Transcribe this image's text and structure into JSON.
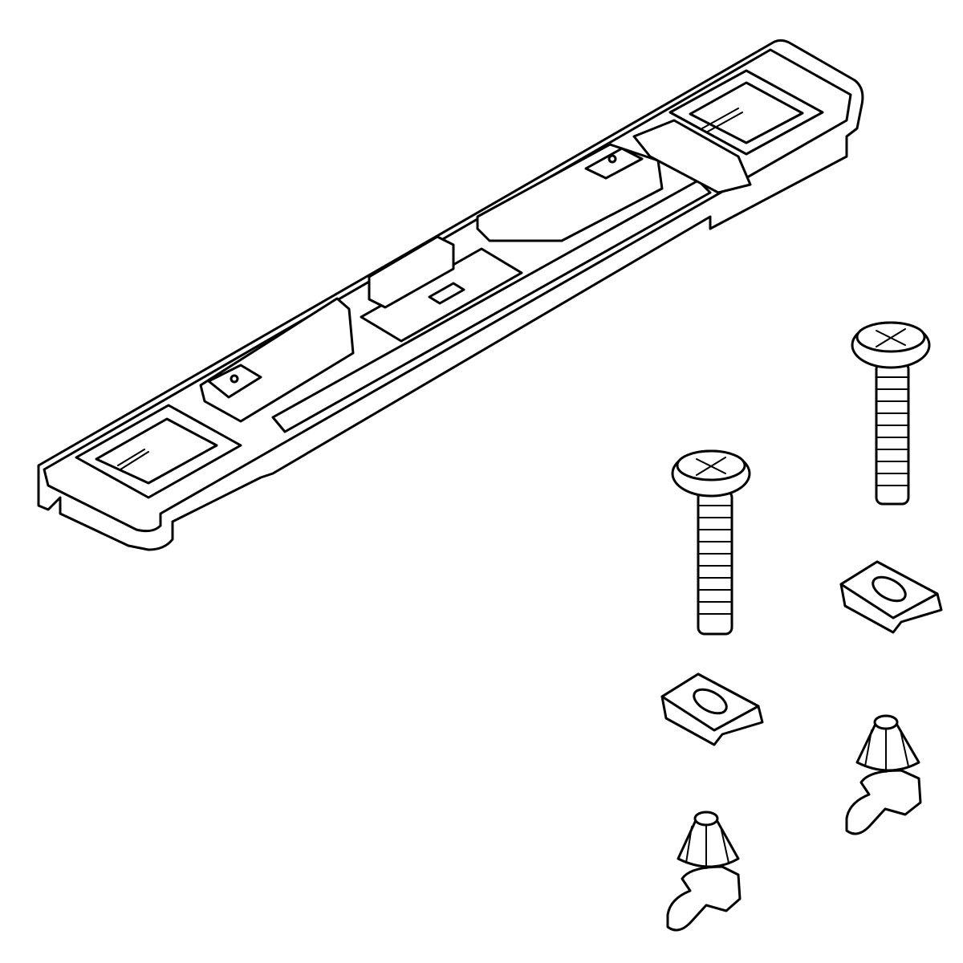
{
  "colors": {
    "stroke": "#000000",
    "background": "#ffffff"
  },
  "parts": [
    {
      "id": "bracket",
      "count": 1
    },
    {
      "id": "screw",
      "count": 2
    },
    {
      "id": "clip-nut",
      "count": 2
    },
    {
      "id": "anchor",
      "count": 2
    }
  ]
}
